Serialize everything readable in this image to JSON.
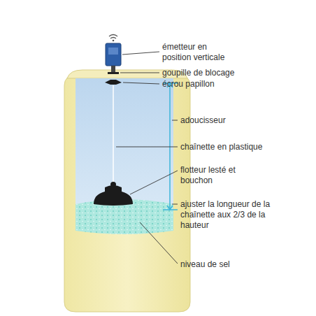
{
  "diagram": {
    "labels": [
      "émetteur en position verticale",
      "goupille de blocage",
      "écrou papillon",
      "adoucisseur",
      "chaînette en plastique",
      "flotteur lesté et bouchon",
      "ajuster la longueur de la chaînette aux 2/3 de la hauteur",
      "niveau de sel"
    ]
  }
}
